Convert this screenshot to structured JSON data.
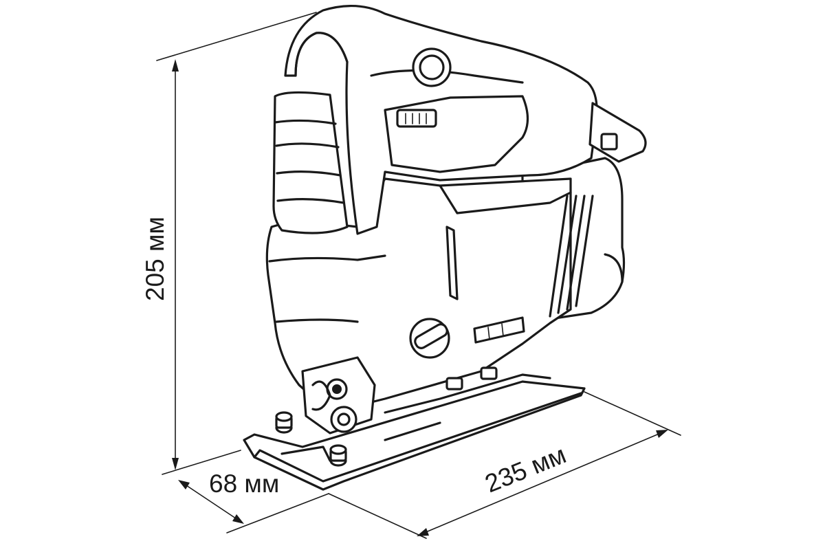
{
  "dimensions": {
    "height": {
      "value": 205,
      "unit": "мм",
      "label": "205 мм"
    },
    "width": {
      "value": 68,
      "unit": "мм",
      "label": "68 мм"
    },
    "length": {
      "value": 235,
      "unit": "мм",
      "label": "235 мм"
    }
  },
  "colors": {
    "ink": "#1a1a1a",
    "background": "#ffffff"
  },
  "subject": "jigsaw"
}
